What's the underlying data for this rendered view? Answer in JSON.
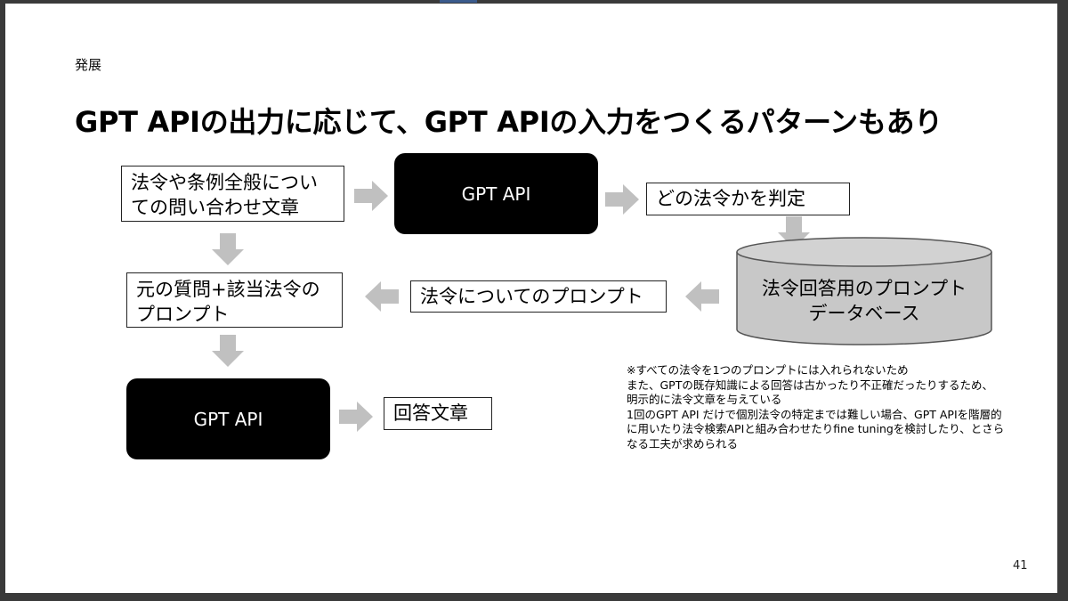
{
  "slide": {
    "section": "発展",
    "title": "GPT APIの出力に応じて、GPT APIの入力をつくるパターンもあり",
    "page_number": "41"
  },
  "diagram": {
    "query_box": [
      "法令や条例全般につい",
      "ての問い合わせ文章"
    ],
    "api_top": "GPT API",
    "judge_box": "どの法令かを判定",
    "database": [
      "法令回答用のプロンプト",
      "データベース"
    ],
    "prompt_box": "法令についてのプロンプト",
    "combined_box": [
      "元の質問+該当法令の",
      "プロンプト"
    ],
    "api_bottom": "GPT API",
    "answer_box": "回答文章"
  },
  "note": [
    "※すべての法令を1つのプロンプトには入れられないため",
    "また、GPTの既存知識による回答は古かったり不正確だったりするため、",
    "明示的に法令文章を与えている",
    "1回のGPT API だけで個別法令の特定までは難しい場合、GPT APIを階層的",
    "に用いたり法令検索APIと組み合わせたりfine tuningを検討したり、とさら",
    "なる工夫が求められる"
  ],
  "colors": {
    "api_fill": "#000000",
    "arrow_fill": "#c0c0c0",
    "database_fill": "#c8c8c8"
  }
}
